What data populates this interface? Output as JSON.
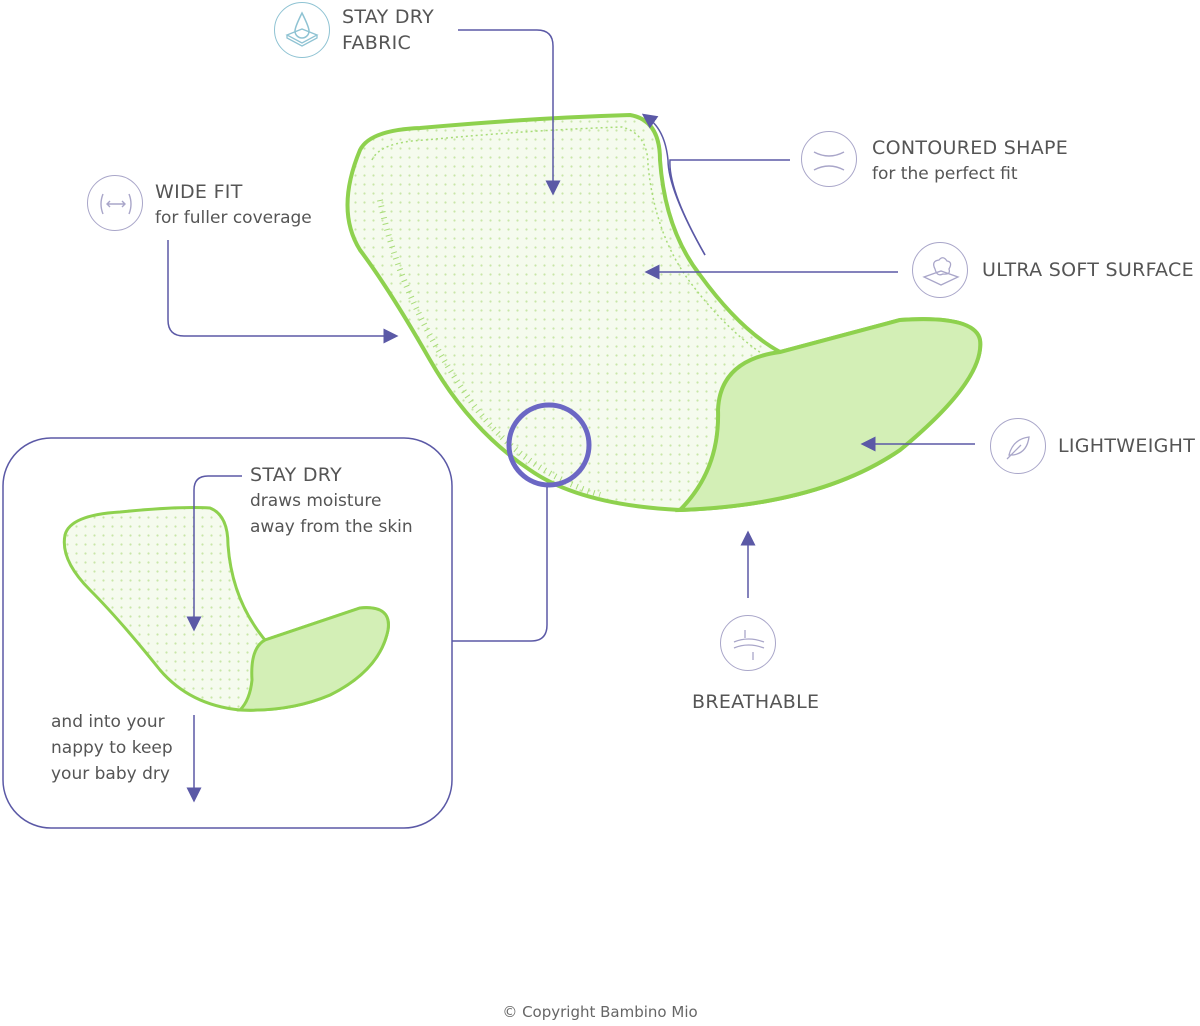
{
  "features": {
    "stay_dry_fabric": {
      "title_line1": "STAY DRY",
      "title_line2": "FABRIC",
      "icon": "droplet-icon"
    },
    "contoured_shape": {
      "title": "CONTOURED SHAPE",
      "subtitle": "for the perfect fit",
      "icon": "curved-arrows-icon"
    },
    "wide_fit": {
      "title": "WIDE FIT",
      "subtitle": "for fuller coverage",
      "icon": "horizontal-arrows-icon"
    },
    "ultra_soft": {
      "title": "ULTRA SOFT SURFACE",
      "icon": "cotton-icon"
    },
    "lightweight": {
      "title": "LIGHTWEIGHT",
      "icon": "feather-icon"
    },
    "breathable": {
      "title": "BREATHABLE",
      "icon": "airflow-icon"
    }
  },
  "inset": {
    "title": "STAY DRY",
    "line1": "draws moisture",
    "line2": "away from the skin",
    "bottom_line1": "and into your",
    "bottom_line2": "nappy to keep",
    "bottom_line3": "your baby dry"
  },
  "copyright": "© Copyright Bambino Mio",
  "colors": {
    "accent": "#5b59a6",
    "pad_stroke": "#8ed14e",
    "pad_fill": "#d3efb6",
    "text": "#555555",
    "droplet_icon": "#8fc3d3"
  }
}
